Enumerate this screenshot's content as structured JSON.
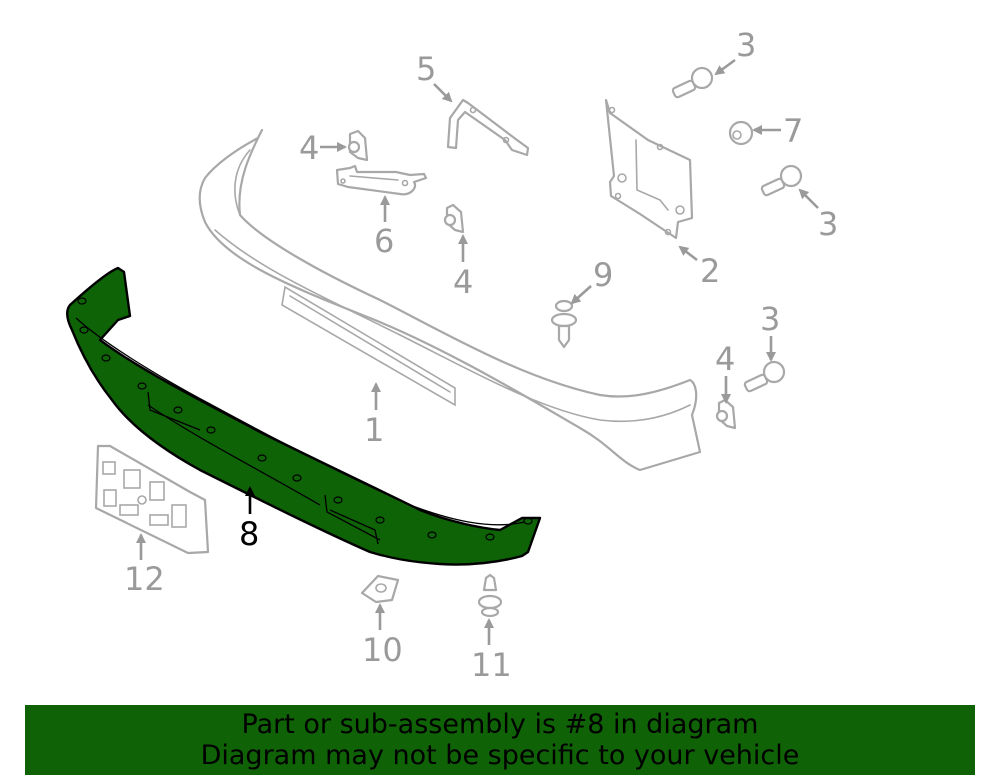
{
  "diagram": {
    "highlight_color": "#0e6306",
    "ghost_color": "#a8a8a8",
    "highlighted_part": "8",
    "callouts": [
      {
        "id": "c1",
        "label": "1",
        "part": "bumper-cover"
      },
      {
        "id": "c2",
        "label": "2",
        "part": "bracket-plate"
      },
      {
        "id": "c3a",
        "label": "3",
        "part": "bolt"
      },
      {
        "id": "c3b",
        "label": "3",
        "part": "bolt"
      },
      {
        "id": "c3c",
        "label": "3",
        "part": "bolt"
      },
      {
        "id": "c4a",
        "label": "4",
        "part": "nut-clip"
      },
      {
        "id": "c4b",
        "label": "4",
        "part": "nut-clip"
      },
      {
        "id": "c4c",
        "label": "4",
        "part": "nut-clip"
      },
      {
        "id": "c5",
        "label": "5",
        "part": "bracket"
      },
      {
        "id": "c6",
        "label": "6",
        "part": "support-bracket"
      },
      {
        "id": "c7",
        "label": "7",
        "part": "nut"
      },
      {
        "id": "c8",
        "label": "8",
        "part": "lower-valance"
      },
      {
        "id": "c9",
        "label": "9",
        "part": "push-retainer"
      },
      {
        "id": "c10",
        "label": "10",
        "part": "clip"
      },
      {
        "id": "c11",
        "label": "11",
        "part": "push-pin"
      },
      {
        "id": "c12",
        "label": "12",
        "part": "license-bracket"
      }
    ]
  },
  "banner": {
    "line1": "Part or sub-assembly is #8 in diagram",
    "line2": "Diagram may not be specific to your vehicle",
    "color": "#0f6306"
  }
}
